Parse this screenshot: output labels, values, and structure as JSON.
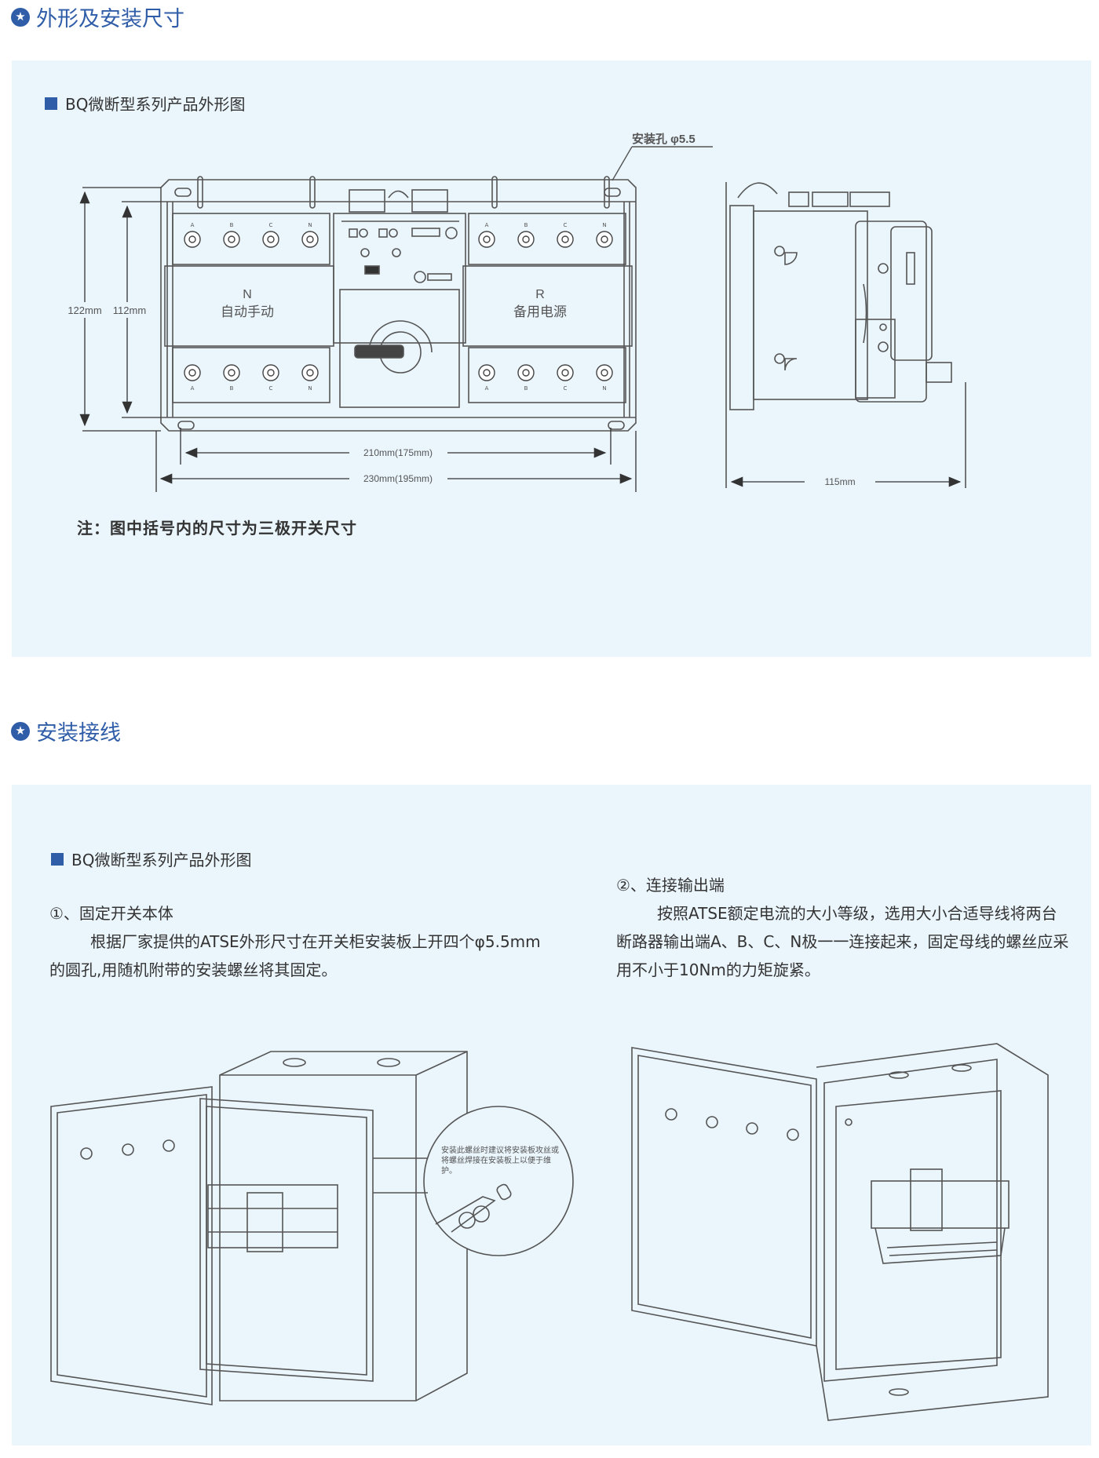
{
  "section1": {
    "title": "外形及安装尺寸",
    "subtitle": "BQ微断型系列产品外形图",
    "diagram": {
      "mount_hole_label": "安装孔 φ5.5",
      "height_outer": "122mm",
      "height_inner": "112mm",
      "width_inner": "210mm(175mm)",
      "width_outer": "230mm(195mm)",
      "depth": "115mm",
      "left_unit_letter": "N",
      "left_unit_label": "自动手动",
      "right_unit_letter": "R",
      "right_unit_label": "备用电源",
      "terminal_letters": [
        "A",
        "B",
        "C",
        "N"
      ]
    },
    "note": "注：图中括号内的尺寸为三极开关尺寸"
  },
  "section2": {
    "title": "安装接线",
    "subtitle": "BQ微断型系列产品外形图",
    "step1": {
      "heading": "①、固定开关本体",
      "body": "根据厂家提供的ATSE外形尺寸在开关柜安装板上开四个φ5.5mm的圆孔,用随机附带的安装螺丝将其固定。"
    },
    "step2": {
      "heading": "②、连接输出端",
      "body": "按照ATSE额定电流的大小等级，选用大小合适导线将两台断路器输出端A、B、C、N极一一连接起来，固定母线的螺丝应采用不小于10Nm的力矩旋紧。"
    },
    "callout": "安装此螺丝时建议将安装板攻丝或将螺丝焊接在安装板上以便于维护。"
  },
  "colors": {
    "accent": "#2f5da8",
    "panel_bg": "#eaf5fc",
    "line": "#555555"
  }
}
